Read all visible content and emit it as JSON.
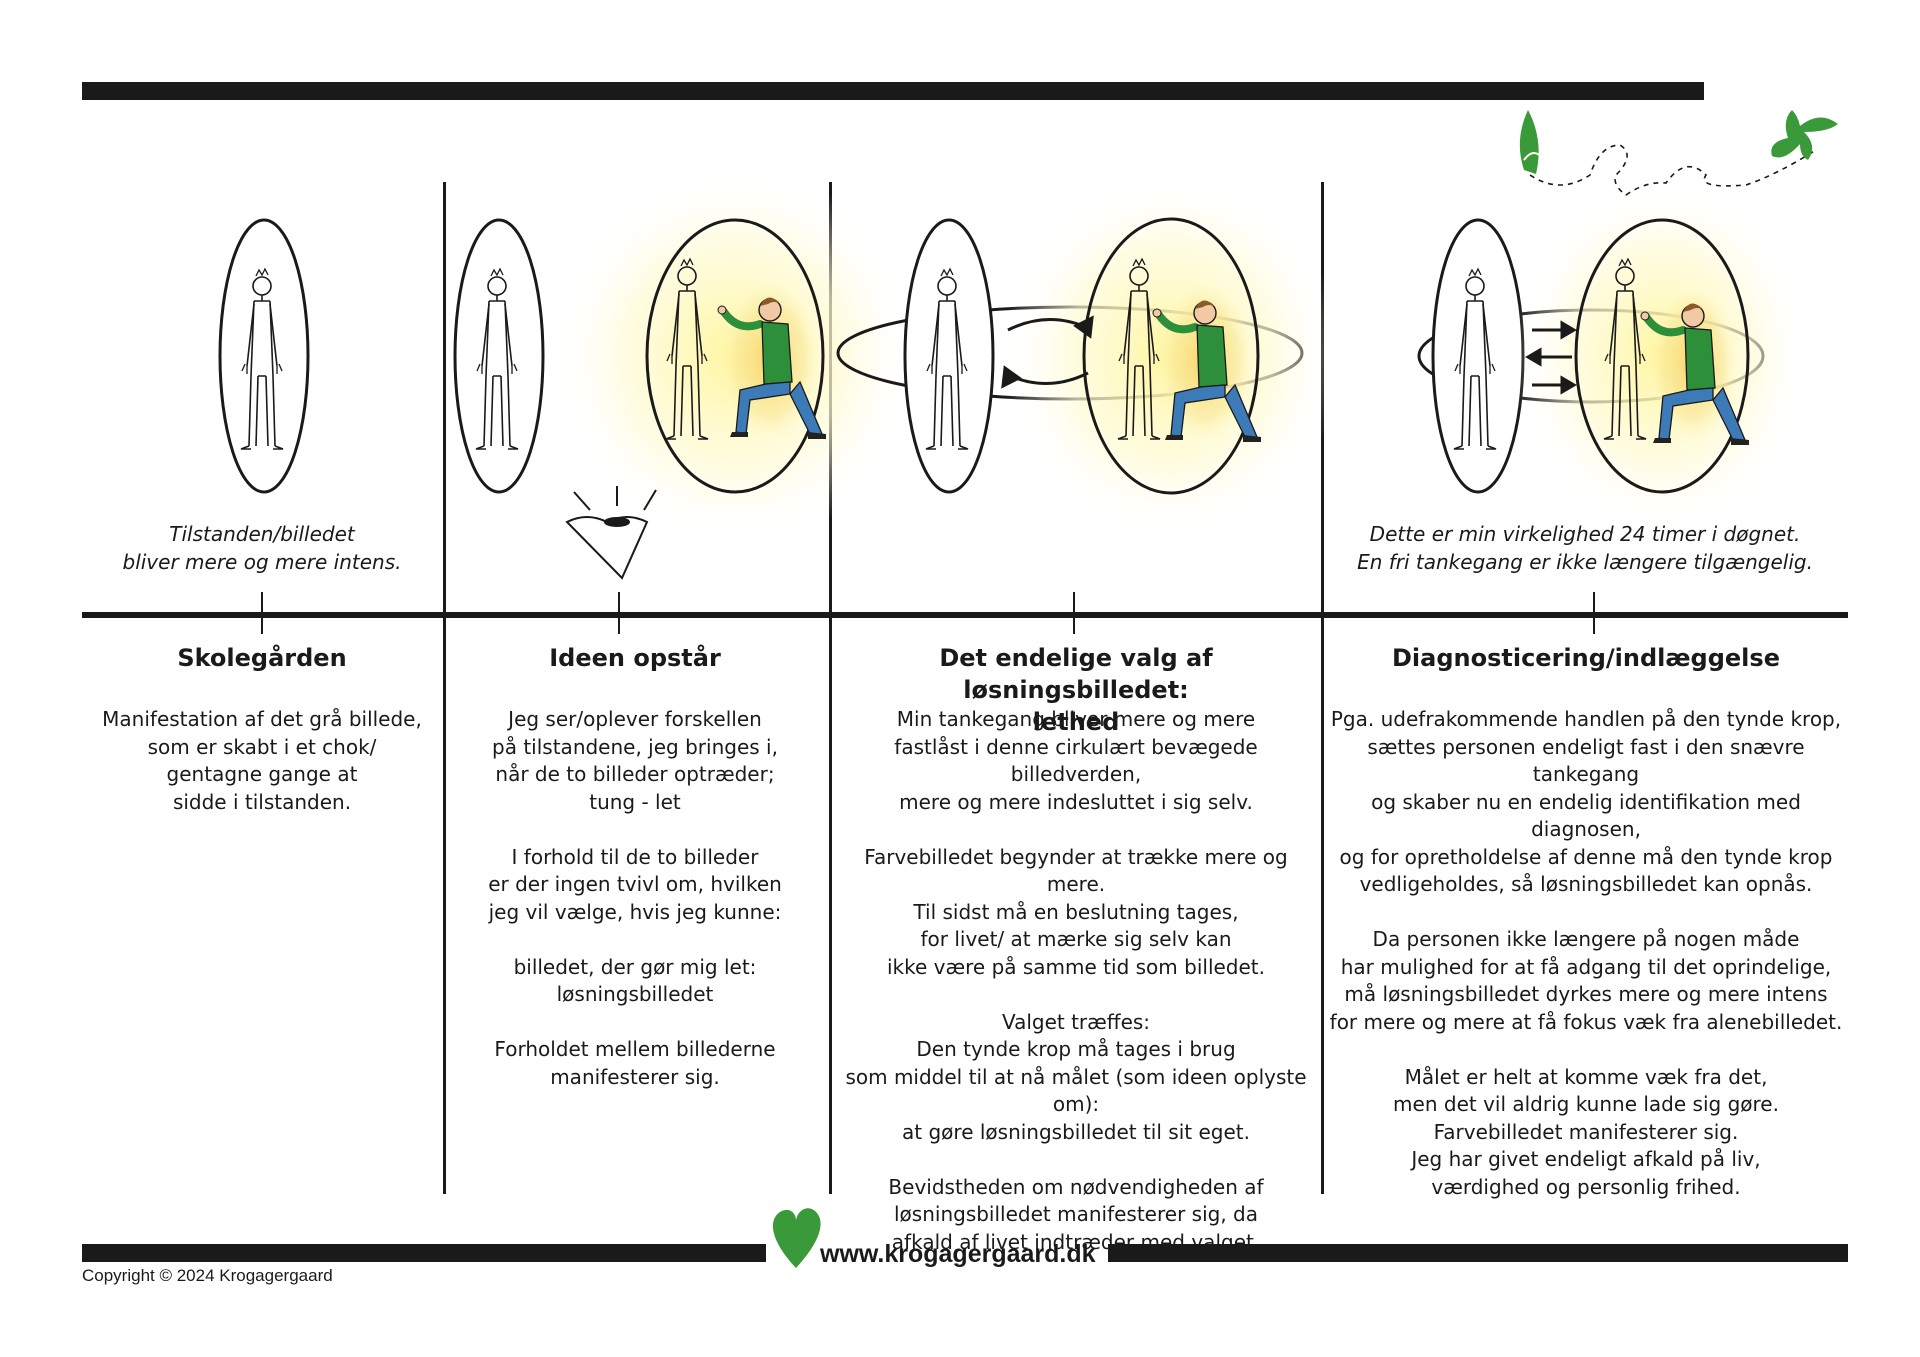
{
  "colors": {
    "ink": "#1a1a1a",
    "green": "#3a9a3a",
    "glow": "#fff6b0",
    "jeans": "#3d7ab8"
  },
  "captions": {
    "col1": "Tilstanden/billedet\nbliver mere og mere intens.",
    "col4": "Dette er min virkelighed 24 timer i døgnet.\nEn fri tankegang er ikke længere tilgængelig."
  },
  "columns": [
    {
      "title": "Skolegården",
      "body": "Manifestation af det grå billede,\nsom er skabt i et chok/\ngentagne gange at\nsidde i tilstanden."
    },
    {
      "title": "Ideen opstår",
      "body": "Jeg ser/oplever forskellen\npå tilstandene, jeg bringes i,\nnår de to billeder optræder;\ntung  -  let\n\nI forhold til de to billeder\ner der ingen tvivl om, hvilken\njeg vil vælge, hvis jeg kunne:\n\nbilledet, der gør mig let:\nløsningsbilledet\n\nForholdet mellem billederne\nmanifesterer sig."
    },
    {
      "title": "Det endelige valg af løsningsbilledet:\nlethed",
      "body": "Min tankegang bliver mere og mere\nfastlåst i denne cirkulært bevægede billedverden,\nmere og mere indesluttet i sig selv.\n\nFarvebilledet begynder at trække mere og mere.\nTil sidst må en beslutning tages,\nfor livet/ at mærke sig selv kan\nikke være på samme tid som billedet.\n\nValget træffes:\nDen tynde krop må tages i brug\nsom middel til at nå målet (som ideen oplyste om):\nat gøre løsningsbilledet til sit eget.\n\nBevidstheden om nødvendigheden af\nløsningsbilledet manifesterer sig, da\nafkald af livet indtræder med valget."
    },
    {
      "title": "Diagnosticering/indlæggelse",
      "body": "Pga. udefrakommende handlen på den tynde krop,\nsættes personen endeligt fast i den snævre tankegang\nog skaber nu en endelig identifikation med diagnosen,\nog for opretholdelse af denne må den tynde krop\nvedligeholdes, så løsningsbilledet kan opnås.\n\nDa personen ikke længere på nogen måde\nhar mulighed for at få adgang til det oprindelige,\nmå løsningsbilledet dyrkes mere og mere intens\nfor mere og mere at få fokus væk fra alenebilledet.\n\nMålet er helt at komme væk fra det,\nmen det vil aldrig kunne lade sig gøre.\nFarvebilledet manifesterer sig.\nJeg har givet endeligt afkald på liv,\nværdighed og personlig frihed."
    }
  ],
  "footer": {
    "url": "www.krogagergaard.dk",
    "copyright": "Copyright © 2024 Krogagergaard"
  }
}
